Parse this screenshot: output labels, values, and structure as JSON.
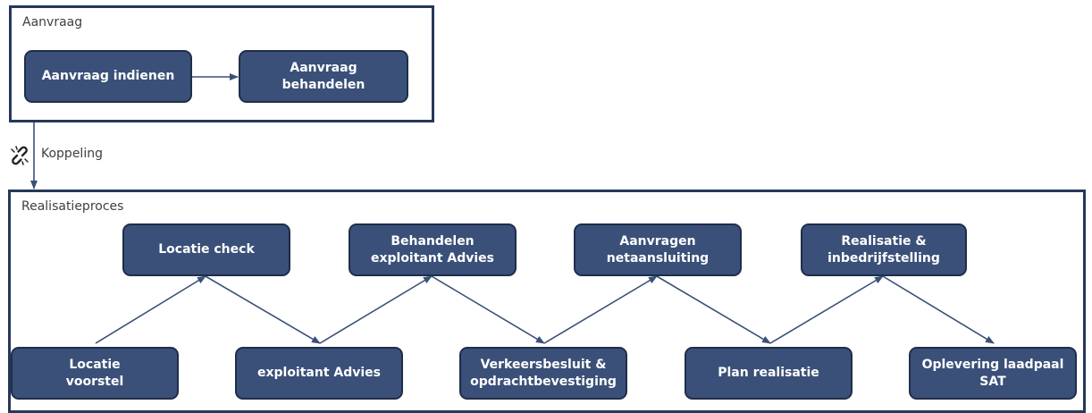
{
  "aanvraag": {
    "label": "Aanvraag",
    "nodes": [
      "Aanvraag indienen",
      "Aanvraag\nbehandelen"
    ]
  },
  "koppeling": {
    "label": "Koppeling",
    "icon": "link-icon"
  },
  "realisatie": {
    "label": "Realisatieproces",
    "top_nodes": [
      "Locatie check",
      "Behandelen\nexploitant Advies",
      "Aanvragen\nnetaansluiting",
      "Realisatie &\ninbedrijfstelling"
    ],
    "bottom_nodes": [
      "Locatie\nvoorstel",
      "exploitant Advies",
      "Verkeersbesluit &\nopdrachtbevestiging",
      "Plan realisatie",
      "Oplevering laadpaal\nSAT"
    ]
  },
  "colors": {
    "node_fill": "#3a5078",
    "node_border": "#1f2e4a",
    "frame": "#26385a",
    "connector": "#3a5078"
  }
}
